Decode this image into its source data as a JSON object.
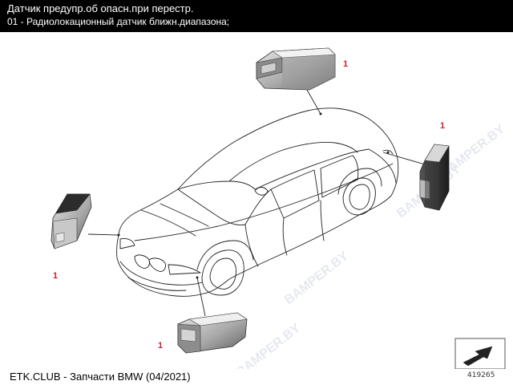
{
  "header": {
    "title": "Датчик предупр.об опасн.при перестр.",
    "part_line": "01 - Радиолокационный датчик ближн.диапазона;"
  },
  "diagram": {
    "callouts": [
      {
        "label": "1",
        "position": "rear-top"
      },
      {
        "label": "1",
        "position": "rear-right"
      },
      {
        "label": "1",
        "position": "front-left"
      },
      {
        "label": "1",
        "position": "front-bottom"
      }
    ],
    "watermark": "BAMPER.BY"
  },
  "footer": {
    "source_text": "ETK.CLUB - Запчасти BMW (04/2021)",
    "figure_number": "419265"
  },
  "icons": {
    "navigation": "arrow-icon"
  }
}
